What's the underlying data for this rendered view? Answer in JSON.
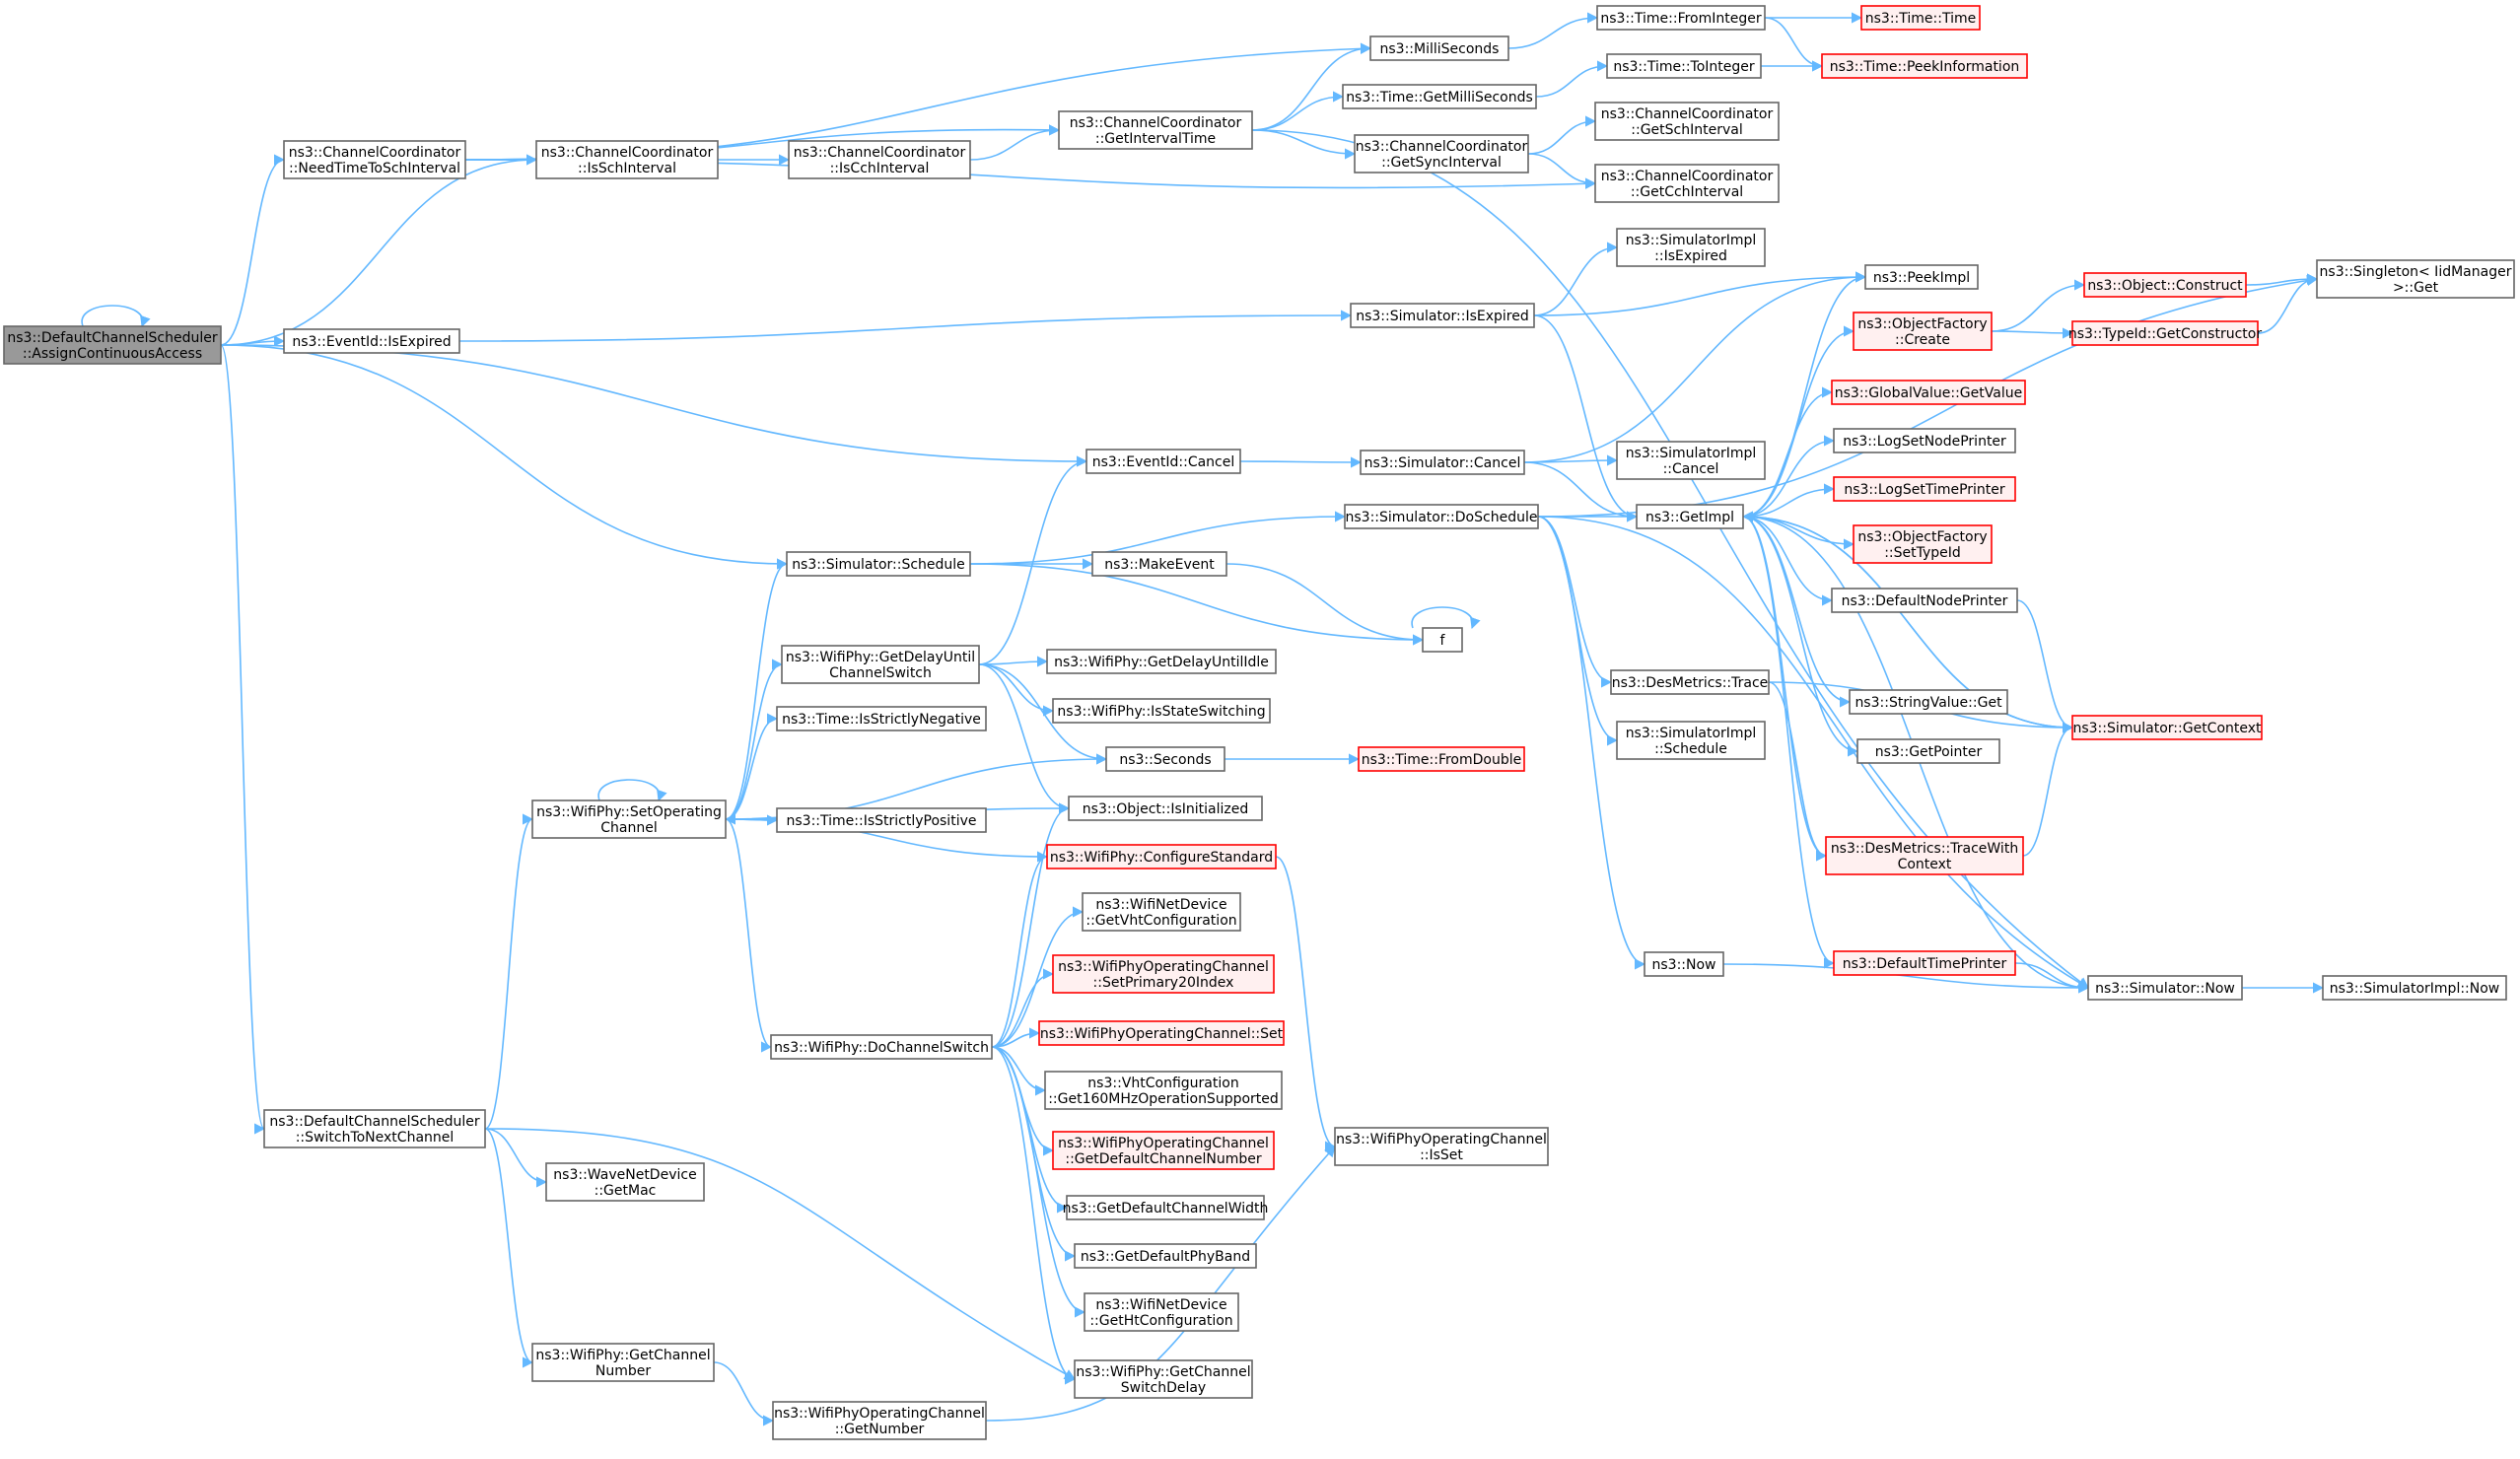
{
  "graph": {
    "colors": {
      "edge": "#63b8ff",
      "box_border": "#666666",
      "box_fill": "#ffffff",
      "root_fill": "#999999",
      "red_border": "#ff0000",
      "red_fill": "#fff0f0"
    },
    "nodes": [
      {
        "id": "assign",
        "lines": [
          "ns3::DefaultChannelScheduler",
          "::AssignContinuousAccess"
        ],
        "style": "root"
      },
      {
        "id": "needtime",
        "lines": [
          "ns3::ChannelCoordinator",
          "::NeedTimeToSchInterval"
        ],
        "style": "normal"
      },
      {
        "id": "evexp",
        "lines": [
          "ns3::EventId::IsExpired"
        ],
        "style": "normal"
      },
      {
        "id": "switchnext",
        "lines": [
          "ns3::DefaultChannelScheduler",
          "::SwitchToNextChannel"
        ],
        "style": "normal"
      },
      {
        "id": "issch",
        "lines": [
          "ns3::ChannelCoordinator",
          "::IsSchInterval"
        ],
        "style": "normal"
      },
      {
        "id": "schedule",
        "lines": [
          "ns3::Simulator::Schedule"
        ],
        "style": "normal"
      },
      {
        "id": "setopch",
        "lines": [
          "ns3::WifiPhy::SetOperating",
          "Channel"
        ],
        "style": "normal"
      },
      {
        "id": "getmac",
        "lines": [
          "ns3::WaveNetDevice",
          "::GetMac"
        ],
        "style": "normal"
      },
      {
        "id": "getchnum",
        "lines": [
          "ns3::WifiPhy::GetChannel",
          "Number"
        ],
        "style": "normal"
      },
      {
        "id": "iscch",
        "lines": [
          "ns3::ChannelCoordinator",
          "::IsCchInterval"
        ],
        "style": "normal"
      },
      {
        "id": "getdelay",
        "lines": [
          "ns3::WifiPhy::GetDelayUntil",
          "ChannelSwitch"
        ],
        "style": "normal"
      },
      {
        "id": "strneg",
        "lines": [
          "ns3::Time::IsStrictlyNegative"
        ],
        "style": "normal"
      },
      {
        "id": "strpos",
        "lines": [
          "ns3::Time::IsStrictlyPositive"
        ],
        "style": "normal"
      },
      {
        "id": "dochsw",
        "lines": [
          "ns3::WifiPhy::DoChannelSwitch"
        ],
        "style": "normal"
      },
      {
        "id": "opgetnum",
        "lines": [
          "ns3::WifiPhyOperatingChannel",
          "::GetNumber"
        ],
        "style": "normal"
      },
      {
        "id": "getint",
        "lines": [
          "ns3::ChannelCoordinator",
          "::GetIntervalTime"
        ],
        "style": "normal"
      },
      {
        "id": "evcancel",
        "lines": [
          "ns3::EventId::Cancel"
        ],
        "style": "normal"
      },
      {
        "id": "makeevent",
        "lines": [
          "ns3::MakeEvent"
        ],
        "style": "normal"
      },
      {
        "id": "getdelayidle",
        "lines": [
          "ns3::WifiPhy::GetDelayUntilIdle"
        ],
        "style": "normal"
      },
      {
        "id": "isstatesw",
        "lines": [
          "ns3::WifiPhy::IsStateSwitching"
        ],
        "style": "normal"
      },
      {
        "id": "seconds",
        "lines": [
          "ns3::Seconds"
        ],
        "style": "normal"
      },
      {
        "id": "isinit",
        "lines": [
          "ns3::Object::IsInitialized"
        ],
        "style": "normal"
      },
      {
        "id": "confstd",
        "lines": [
          "ns3::WifiPhy::ConfigureStandard"
        ],
        "style": "red"
      },
      {
        "id": "getvht",
        "lines": [
          "ns3::WifiNetDevice",
          "::GetVhtConfiguration"
        ],
        "style": "normal"
      },
      {
        "id": "setprim",
        "lines": [
          "ns3::WifiPhyOperatingChannel",
          "::SetPrimary20Index"
        ],
        "style": "red"
      },
      {
        "id": "opset",
        "lines": [
          "ns3::WifiPhyOperatingChannel::Set"
        ],
        "style": "red"
      },
      {
        "id": "get160",
        "lines": [
          "ns3::VhtConfiguration",
          "::Get160MHzOperationSupported"
        ],
        "style": "normal"
      },
      {
        "id": "getdefch",
        "lines": [
          "ns3::WifiPhyOperatingChannel",
          "::GetDefaultChannelNumber"
        ],
        "style": "red"
      },
      {
        "id": "getdefcw",
        "lines": [
          "ns3::GetDefaultChannelWidth"
        ],
        "style": "normal"
      },
      {
        "id": "getdefband",
        "lines": [
          "ns3::GetDefaultPhyBand"
        ],
        "style": "normal"
      },
      {
        "id": "getht",
        "lines": [
          "ns3::WifiNetDevice",
          "::GetHtConfiguration"
        ],
        "style": "normal"
      },
      {
        "id": "getswdelay",
        "lines": [
          "ns3::WifiPhy::GetChannel",
          "SwitchDelay"
        ],
        "style": "normal"
      },
      {
        "id": "millis",
        "lines": [
          "ns3::MilliSeconds"
        ],
        "style": "normal"
      },
      {
        "id": "getmillis",
        "lines": [
          "ns3::Time::GetMilliSeconds"
        ],
        "style": "normal"
      },
      {
        "id": "getsync",
        "lines": [
          "ns3::ChannelCoordinator",
          "::GetSyncInterval"
        ],
        "style": "normal"
      },
      {
        "id": "simexp",
        "lines": [
          "ns3::Simulator::IsExpired"
        ],
        "style": "normal"
      },
      {
        "id": "simcancel",
        "lines": [
          "ns3::Simulator::Cancel"
        ],
        "style": "normal"
      },
      {
        "id": "dosched",
        "lines": [
          "ns3::Simulator::DoSchedule"
        ],
        "style": "normal"
      },
      {
        "id": "f",
        "lines": [
          "f"
        ],
        "style": "normal"
      },
      {
        "id": "opisset",
        "lines": [
          "ns3::WifiPhyOperatingChannel",
          "::IsSet"
        ],
        "style": "normal"
      },
      {
        "id": "fromint",
        "lines": [
          "ns3::Time::FromInteger"
        ],
        "style": "normal"
      },
      {
        "id": "toint",
        "lines": [
          "ns3::Time::ToInteger"
        ],
        "style": "normal"
      },
      {
        "id": "getschint",
        "lines": [
          "ns3::ChannelCoordinator",
          "::GetSchInterval"
        ],
        "style": "normal"
      },
      {
        "id": "getcchint",
        "lines": [
          "ns3::ChannelCoordinator",
          "::GetCchInterval"
        ],
        "style": "normal"
      },
      {
        "id": "implisexp",
        "lines": [
          "ns3::SimulatorImpl",
          "::IsExpired"
        ],
        "style": "normal"
      },
      {
        "id": "implcancel",
        "lines": [
          "ns3::SimulatorImpl",
          "::Cancel"
        ],
        "style": "normal"
      },
      {
        "id": "getimpl",
        "lines": [
          "ns3::GetImpl"
        ],
        "style": "normal"
      },
      {
        "id": "destrace",
        "lines": [
          "ns3::DesMetrics::Trace"
        ],
        "style": "normal"
      },
      {
        "id": "implsched",
        "lines": [
          "ns3::SimulatorImpl",
          "::Schedule"
        ],
        "style": "normal"
      },
      {
        "id": "now",
        "lines": [
          "ns3::Now"
        ],
        "style": "normal"
      },
      {
        "id": "fromdouble",
        "lines": [
          "ns3::Time::FromDouble"
        ],
        "style": "red"
      },
      {
        "id": "timetime",
        "lines": [
          "ns3::Time::Time"
        ],
        "style": "red"
      },
      {
        "id": "peekinfo",
        "lines": [
          "ns3::Time::PeekInformation"
        ],
        "style": "red"
      },
      {
        "id": "peekimpl",
        "lines": [
          "ns3::PeekImpl"
        ],
        "style": "normal"
      },
      {
        "id": "ofcreate",
        "lines": [
          "ns3::ObjectFactory",
          "::Create"
        ],
        "style": "red"
      },
      {
        "id": "gvgetvalue",
        "lines": [
          "ns3::GlobalValue::GetValue"
        ],
        "style": "red"
      },
      {
        "id": "logsetnode",
        "lines": [
          "ns3::LogSetNodePrinter"
        ],
        "style": "normal"
      },
      {
        "id": "logsettime",
        "lines": [
          "ns3::LogSetTimePrinter"
        ],
        "style": "red"
      },
      {
        "id": "ofsettype",
        "lines": [
          "ns3::ObjectFactory",
          "::SetTypeId"
        ],
        "style": "red"
      },
      {
        "id": "defnodeprint",
        "lines": [
          "ns3::DefaultNodePrinter"
        ],
        "style": "normal"
      },
      {
        "id": "strvalget",
        "lines": [
          "ns3::StringValue::Get"
        ],
        "style": "normal"
      },
      {
        "id": "getpointer",
        "lines": [
          "ns3::GetPointer"
        ],
        "style": "normal"
      },
      {
        "id": "tracewith",
        "lines": [
          "ns3::DesMetrics::TraceWith",
          "Context"
        ],
        "style": "red"
      },
      {
        "id": "deftimeprint",
        "lines": [
          "ns3::DefaultTimePrinter"
        ],
        "style": "red"
      },
      {
        "id": "simnow",
        "lines": [
          "ns3::Simulator::Now"
        ],
        "style": "normal"
      },
      {
        "id": "objconstruct",
        "lines": [
          "ns3::Object::Construct"
        ],
        "style": "red"
      },
      {
        "id": "getctor",
        "lines": [
          "ns3::TypeId::GetConstructor"
        ],
        "style": "red"
      },
      {
        "id": "simgetctx",
        "lines": [
          "ns3::Simulator::GetContext"
        ],
        "style": "red"
      },
      {
        "id": "singleton",
        "lines": [
          "ns3::Singleton< IidManager",
          " >::Get"
        ],
        "style": "normal"
      },
      {
        "id": "implnow",
        "lines": [
          "ns3::SimulatorImpl::Now"
        ],
        "style": "normal"
      }
    ]
  }
}
